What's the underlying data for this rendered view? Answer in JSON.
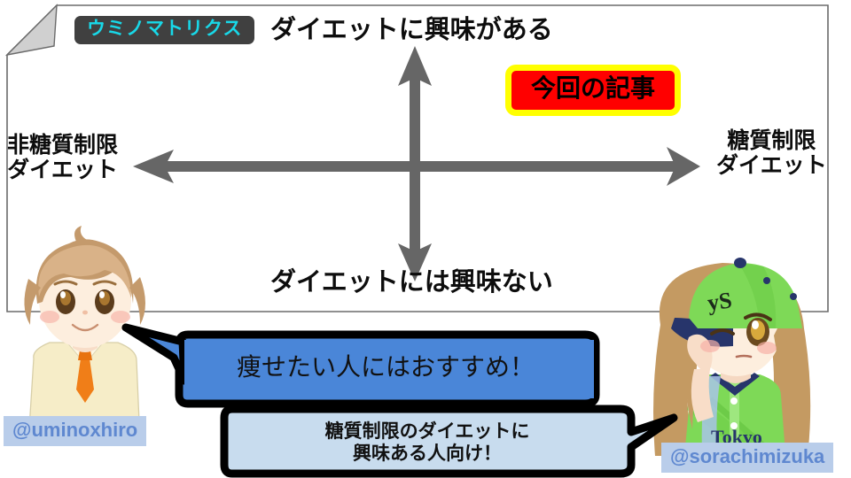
{
  "slide": {
    "corner_badge": "ウミノマトリクス",
    "article_badge": "今回の記事"
  },
  "matrix": {
    "axis_top_label": "ダイエットに興味がある",
    "axis_bottom_label": "ダイエットには興味ない",
    "axis_left_label_line1": "非糖質制限",
    "axis_left_label_line2": "ダイエット",
    "axis_right_label_line1": "糖質制限",
    "axis_right_label_line2": "ダイエット"
  },
  "characters": {
    "left": {
      "handle": "@uminoxhiro",
      "alt": "boy-avatar"
    },
    "right": {
      "handle": "@sorachimizuka",
      "alt": "girl-avatar-baseball-cap",
      "cap_text": "yS",
      "jersey_text": "Tokyo"
    }
  },
  "bubbles": [
    {
      "id": "bubble-primary",
      "text": "痩せたい人にはおすすめ！",
      "fill": "#4a86d8",
      "stroke": "#000000"
    },
    {
      "id": "bubble-secondary",
      "text": "糖質制限のダイエットに\n興味ある人向け！",
      "fill": "#c8dcee",
      "stroke": "#000000"
    }
  ],
  "colors": {
    "badge_bg": "#404040",
    "badge_text": "#18d8e8",
    "article_bg": "#ff0000",
    "article_border": "#ffff00",
    "axis_gray": "#666666",
    "handle_bg": "#b9cdea",
    "handle_text": "#5f88d0"
  }
}
